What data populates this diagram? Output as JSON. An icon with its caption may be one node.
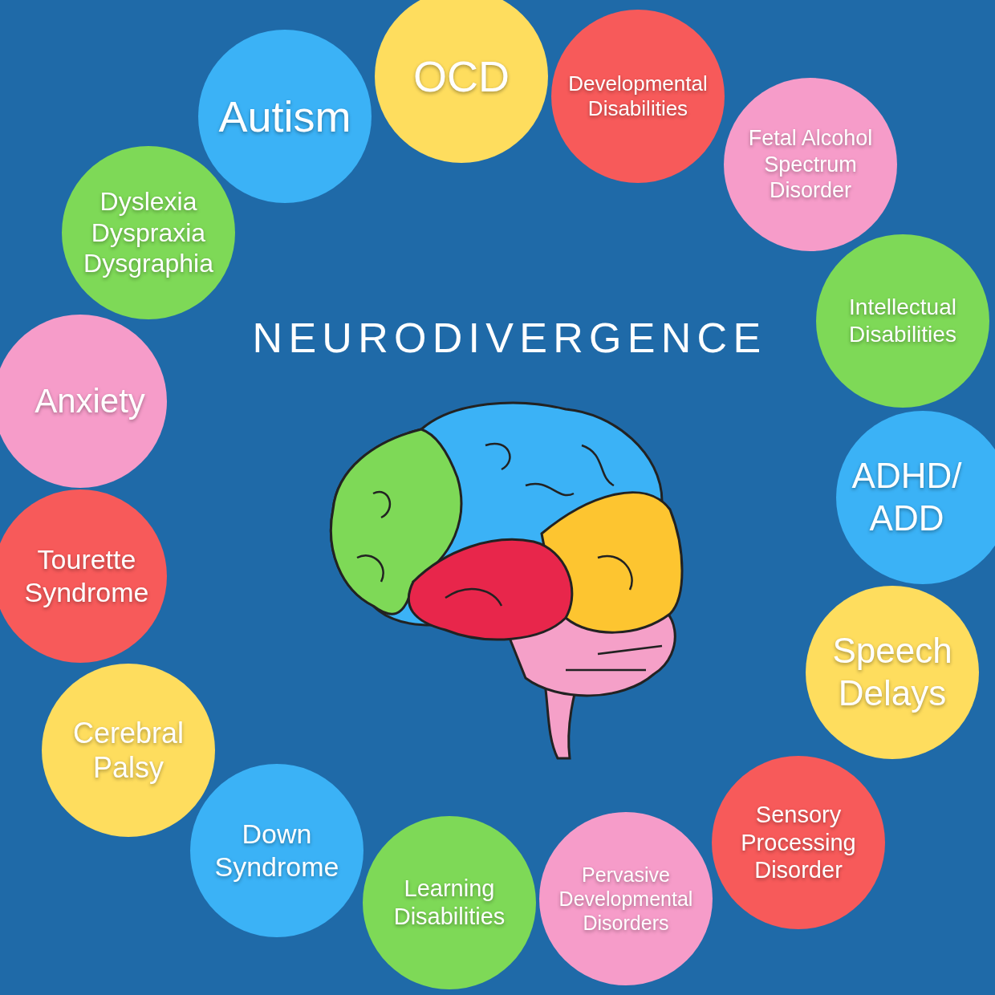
{
  "diagram": {
    "title": "NEURODIVERGENCE",
    "nodes": [
      {
        "text": [
          "Autism"
        ]
      },
      {
        "text": [
          "OCD"
        ]
      },
      {
        "text": [
          "Developmental Disabilities"
        ]
      },
      {
        "text": [
          "Fetal Alcohol Spectrum Disorder"
        ]
      },
      {
        "text": [
          "Intellectual Disabilities"
        ]
      },
      {
        "text": [
          "ADHD/ ADD"
        ]
      },
      {
        "text": [
          "Speech Delays"
        ]
      },
      {
        "text": [
          "Sensory Processing Disorder"
        ]
      },
      {
        "text": [
          "Pervasive Developmental Disorders"
        ]
      },
      {
        "text": [
          "Learning Disabilities"
        ]
      },
      {
        "text": [
          "Down Syndrome"
        ]
      },
      {
        "text": [
          "Cerebral Palsy"
        ]
      },
      {
        "text": [
          "Tourette Syndrome"
        ]
      },
      {
        "text": [
          "Anxiety"
        ]
      },
      {
        "text": [
          "Dyslexia Dyspraxia Dysgraphia"
        ]
      }
    ],
    "edges": []
  }
}
